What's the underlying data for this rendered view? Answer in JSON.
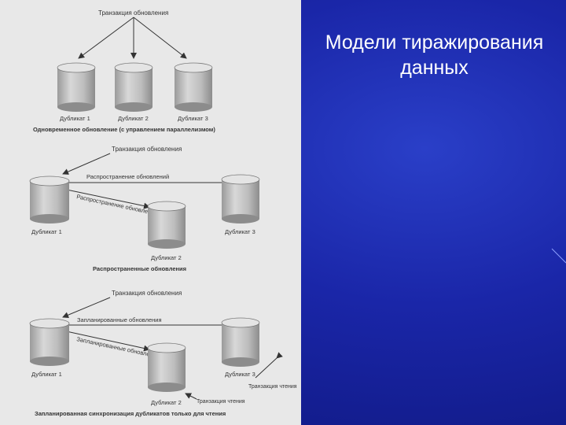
{
  "slide": {
    "title_line1": "Модели тиражирования",
    "title_line2": "данных"
  },
  "diagram1": {
    "transaction": "Транзакция обновления",
    "replica1": "Дубликат 1",
    "replica2": "Дубликат 2",
    "replica3": "Дубликат 3",
    "caption": "Одновременное обновление (с управлением параллелизмом)"
  },
  "diagram2": {
    "transaction": "Транзакция обновления",
    "propagation_top": "Распространение обновлений",
    "propagation_diag": "Распространение обновлений",
    "replica1": "Дубликат 1",
    "replica2": "Дубликат 2",
    "replica3": "Дубликат 3",
    "caption": "Распространенные обновления"
  },
  "diagram3": {
    "transaction": "Транзакция обновления",
    "scheduled_top": "Запланированные обновления",
    "scheduled_diag": "Запланированные обновления",
    "replica1": "Дубликат 1",
    "replica2": "Дубликат 2",
    "replica3": "Дубликат 3",
    "read_txn_3": "Транзакция чтения",
    "read_txn_2": "Транзакция чтения",
    "caption": "Запланированная синхронизация дубликатов только для чтения"
  }
}
